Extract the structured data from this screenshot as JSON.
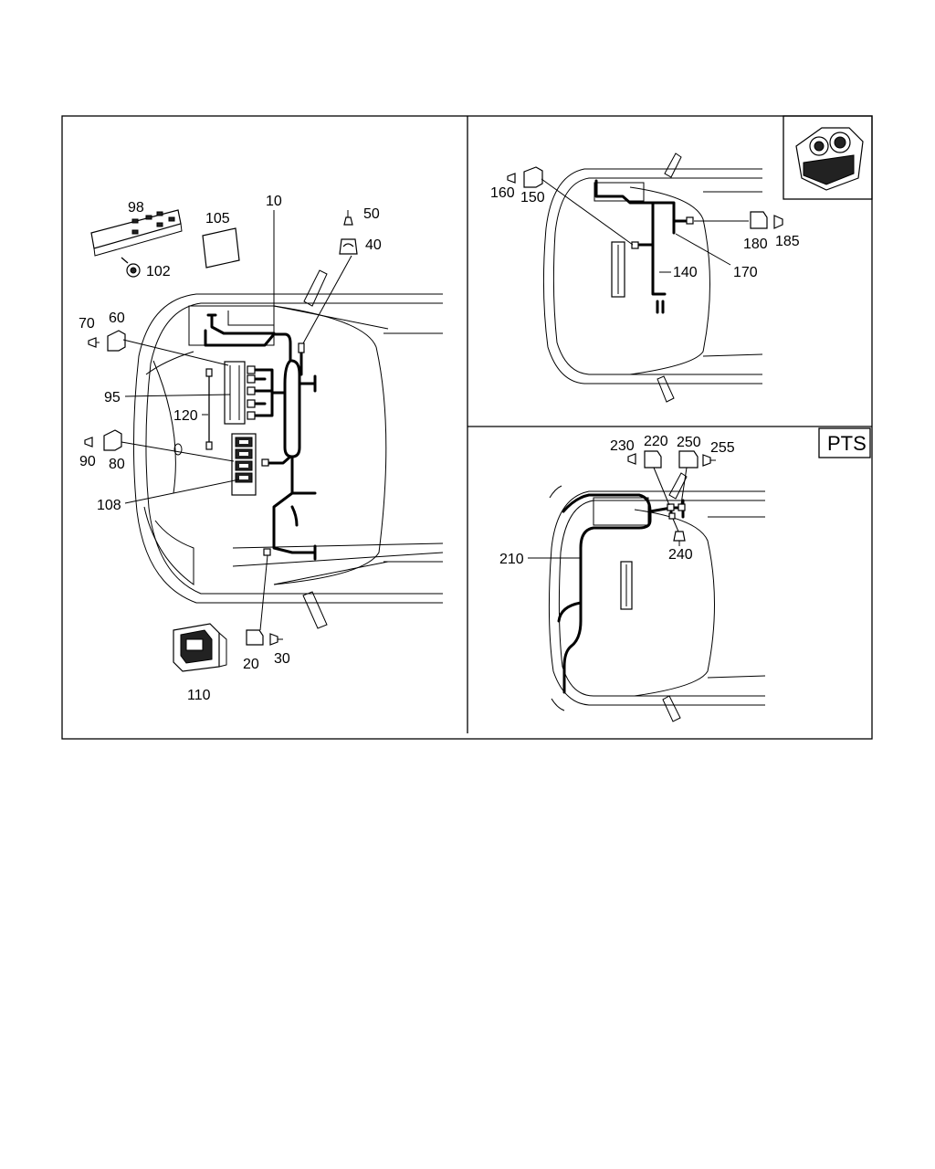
{
  "panels": {
    "main": {
      "labels": {
        "p10": "10",
        "p20": "20",
        "p30": "30",
        "p40": "40",
        "p50": "50",
        "p60": "60",
        "p70": "70",
        "p80": "80",
        "p90": "90",
        "p95": "95",
        "p98": "98",
        "p102": "102",
        "p105": "105",
        "p108": "108",
        "p110": "110",
        "p120": "120"
      }
    },
    "top_right": {
      "labels": {
        "p140": "140",
        "p150": "150",
        "p160": "160",
        "p170": "170",
        "p180": "180",
        "p185": "185"
      }
    },
    "bottom_right": {
      "tag": "PTS",
      "labels": {
        "p210": "210",
        "p220": "220",
        "p230": "230",
        "p240": "240",
        "p250": "250",
        "p255": "255"
      }
    }
  }
}
